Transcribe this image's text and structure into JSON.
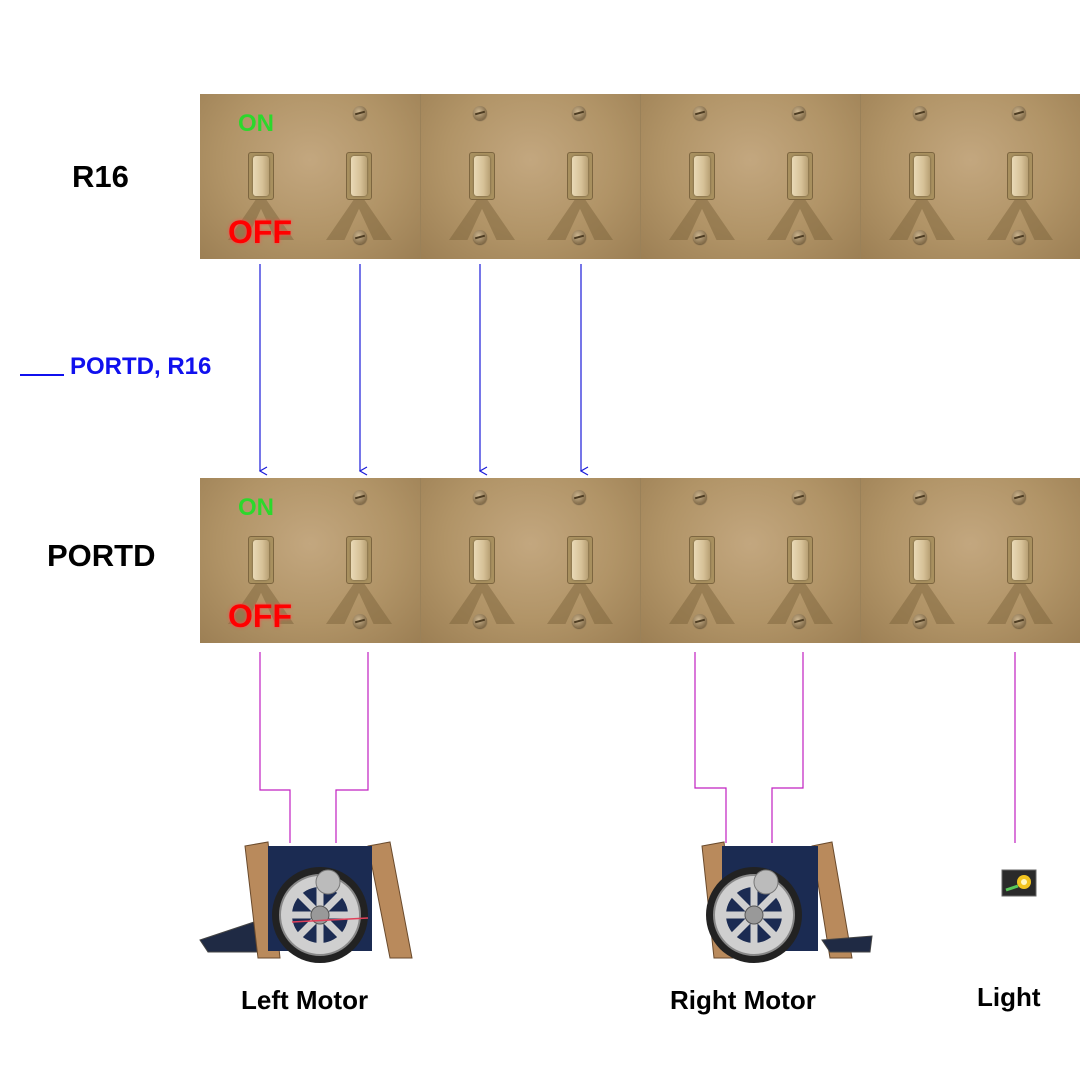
{
  "labels": {
    "r16": "R16",
    "portd": "PORTD",
    "instruction": "PORTD, R16",
    "on": "ON",
    "off": "OFF"
  },
  "devices": {
    "left_motor": "Left Motor",
    "right_motor": "Right Motor",
    "light": "Light"
  },
  "colors": {
    "instruction": "#1010ee",
    "arrows": "#1a1ad8",
    "device_wires": "#c020c0",
    "on": "#2cd82c",
    "off": "#ff0000"
  }
}
